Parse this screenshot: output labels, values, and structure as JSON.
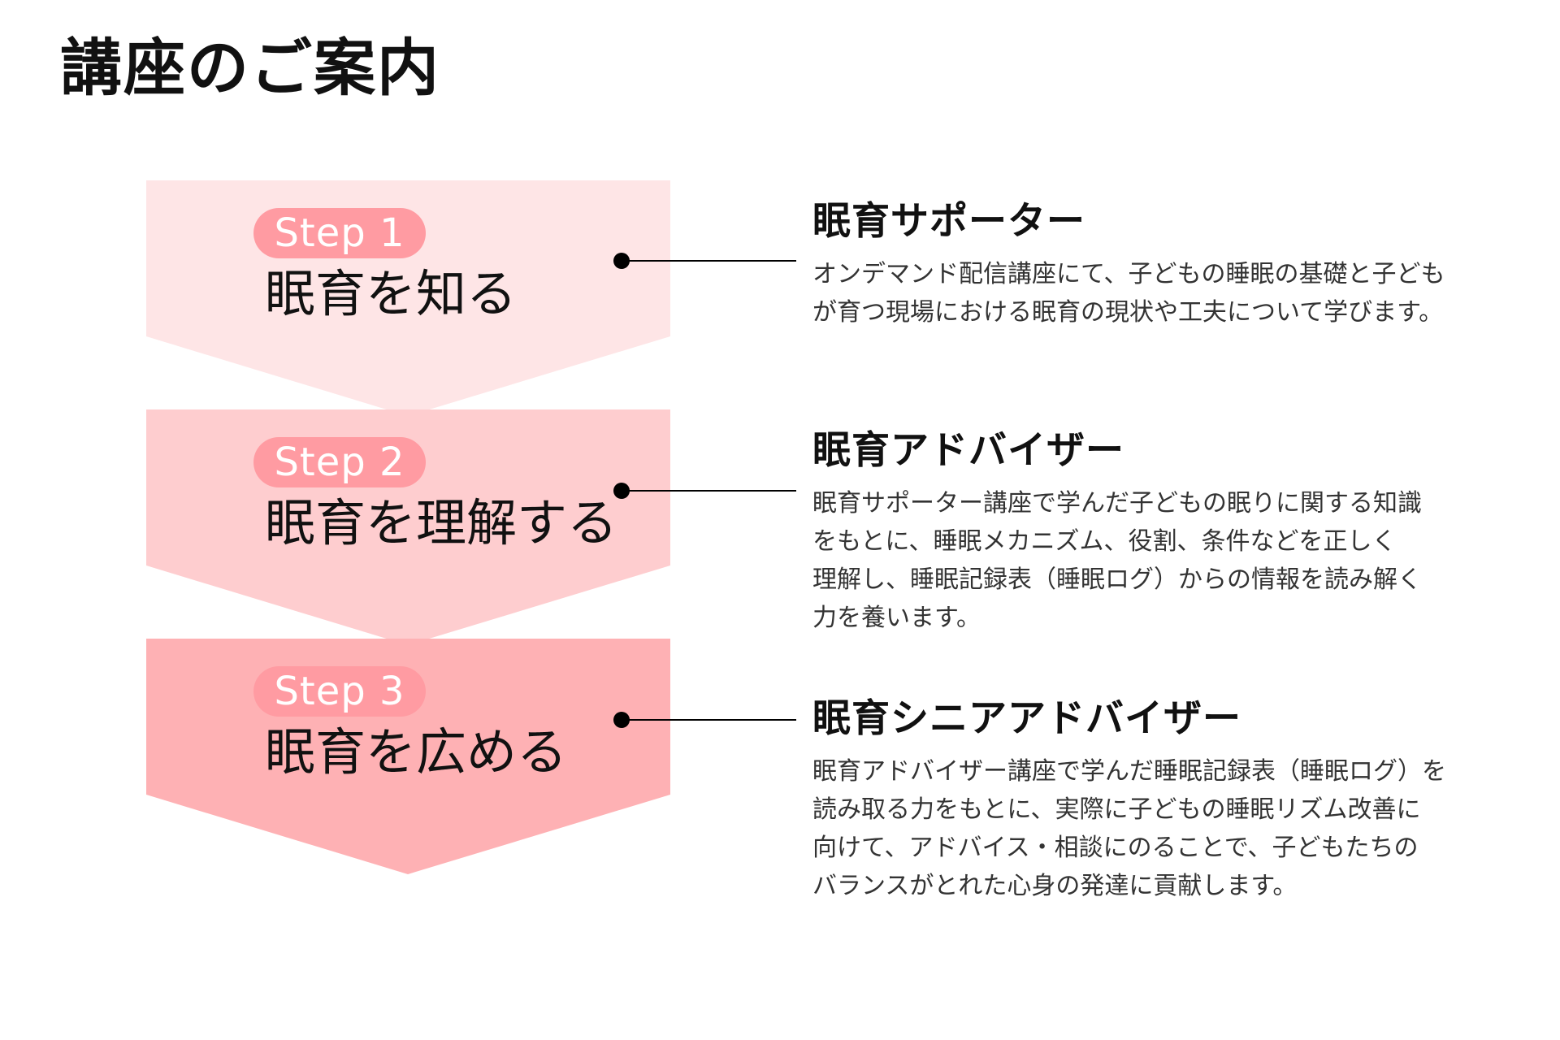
{
  "page": {
    "title": "講座のご案内"
  },
  "steps": [
    {
      "badge": "Step 1",
      "title": "眠育を知る",
      "color": "#fee5e6"
    },
    {
      "badge": "Step 2",
      "title": "眠育を理解する",
      "color": "#fecdcf"
    },
    {
      "badge": "Step 3",
      "title": "眠育を広める",
      "color": "#feb1b4"
    }
  ],
  "badge_color": "#ff9ba2",
  "courses": [
    {
      "title": "眠育サポーター",
      "lines": [
        "オンデマンド配信講座にて、子どもの睡眠の基礎と子ども",
        "が育つ現場における眠育の現状や工夫について学びます。"
      ]
    },
    {
      "title": "眠育アドバイザー",
      "lines": [
        "眠育サポーター講座で学んだ子どもの眠りに関する知識",
        "をもとに、睡眠メカニズム、役割、条件などを正しく",
        "理解し、睡眠記録表（睡眠ログ）からの情報を読み解く",
        "力を養います。"
      ]
    },
    {
      "title": "眠育シニアアドバイザー",
      "lines": [
        "眠育アドバイザー講座で学んだ睡眠記録表（睡眠ログ）を",
        "読み取る力をもとに、実際に子どもの睡眠リズム改善に",
        "向けて、アドバイス・相談にのることで、子どもたちの",
        "バランスがとれた心身の発達に貢献します。"
      ]
    }
  ]
}
